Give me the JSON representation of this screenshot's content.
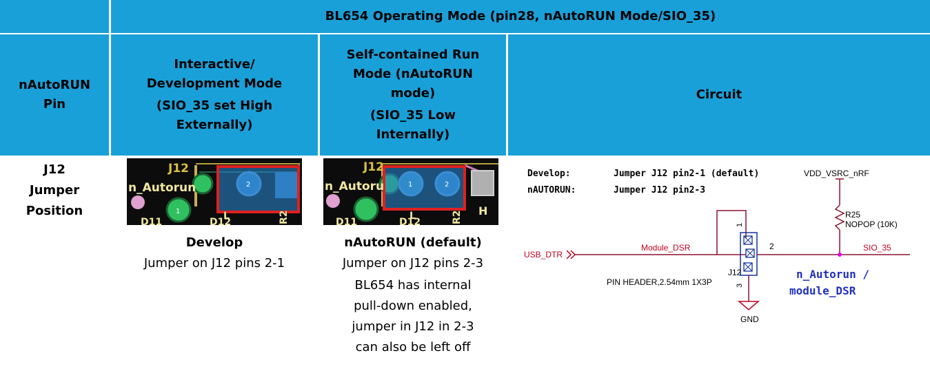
{
  "header": {
    "top_title": "BL654 Operating Mode (pin28, nAutoRUN Mode/SIO_35)",
    "col1": [
      "nAutoRUN",
      "Pin"
    ],
    "col2": [
      "Interactive/",
      "Development Mode",
      "(SIO_35 set High",
      "Externally)"
    ],
    "col3": [
      "Self-contained Run",
      "Mode (nAutoRUN",
      "mode)",
      "(SIO_35 Low",
      "Internally)"
    ],
    "col4": "Circuit"
  },
  "row": {
    "label": [
      "J12",
      "Jumper",
      "Position"
    ],
    "develop": {
      "title": "Develop",
      "desc": "Jumper on J12 pins 2-1",
      "photo": {
        "ref": "J12",
        "net": "n_Autorun",
        "pin1": "1",
        "pin2": "2",
        "d_label": "D11",
        "d2_label": "D12",
        "r_label": "R2",
        "l_label": "L"
      }
    },
    "nautorun": {
      "title": "nAutoRUN (default)",
      "desc": "Jumper on J12 pins 2-3",
      "note": [
        "BL654 has internal",
        "pull-down enabled,",
        "jumper in J12 in 2-3",
        "can also be left off"
      ],
      "photo": {
        "ref": "J12",
        "net": "n_Autoru",
        "pin1": "1",
        "pin2": "2",
        "d_label": "D11",
        "d2_label": "D12",
        "r_label": "R2",
        "l_label": "L",
        "h_label": "H"
      }
    },
    "circuit": {
      "note_line1_key": "Develop:",
      "note_line1_val": "Jumper J12 pin2-1 (default)",
      "note_line2_key": "nAUTORUN:",
      "note_line2_val": "Jumper J12 pin2-3",
      "vdd": "VDD_VSRC_nRF",
      "r_ref": "R25",
      "r_val": "NOPOP (10K)",
      "usb": "USB_DTR",
      "module_dsr": "Module_DSR",
      "sio": "SIO_35",
      "pin1": "1",
      "pin2": "2",
      "pin3": "3",
      "j_ref": "J12",
      "j_desc": "PIN HEADER,2.54mm 1X3P",
      "gnd": "GND",
      "annotation_line1": "n_Autorun /",
      "annotation_line2": "module_DSR"
    }
  },
  "colors": {
    "header": "#1aa0d8",
    "red_net": "#c00020",
    "wire": "#8a1030",
    "annotation": "#2030c0",
    "junction": "#e000e0"
  }
}
